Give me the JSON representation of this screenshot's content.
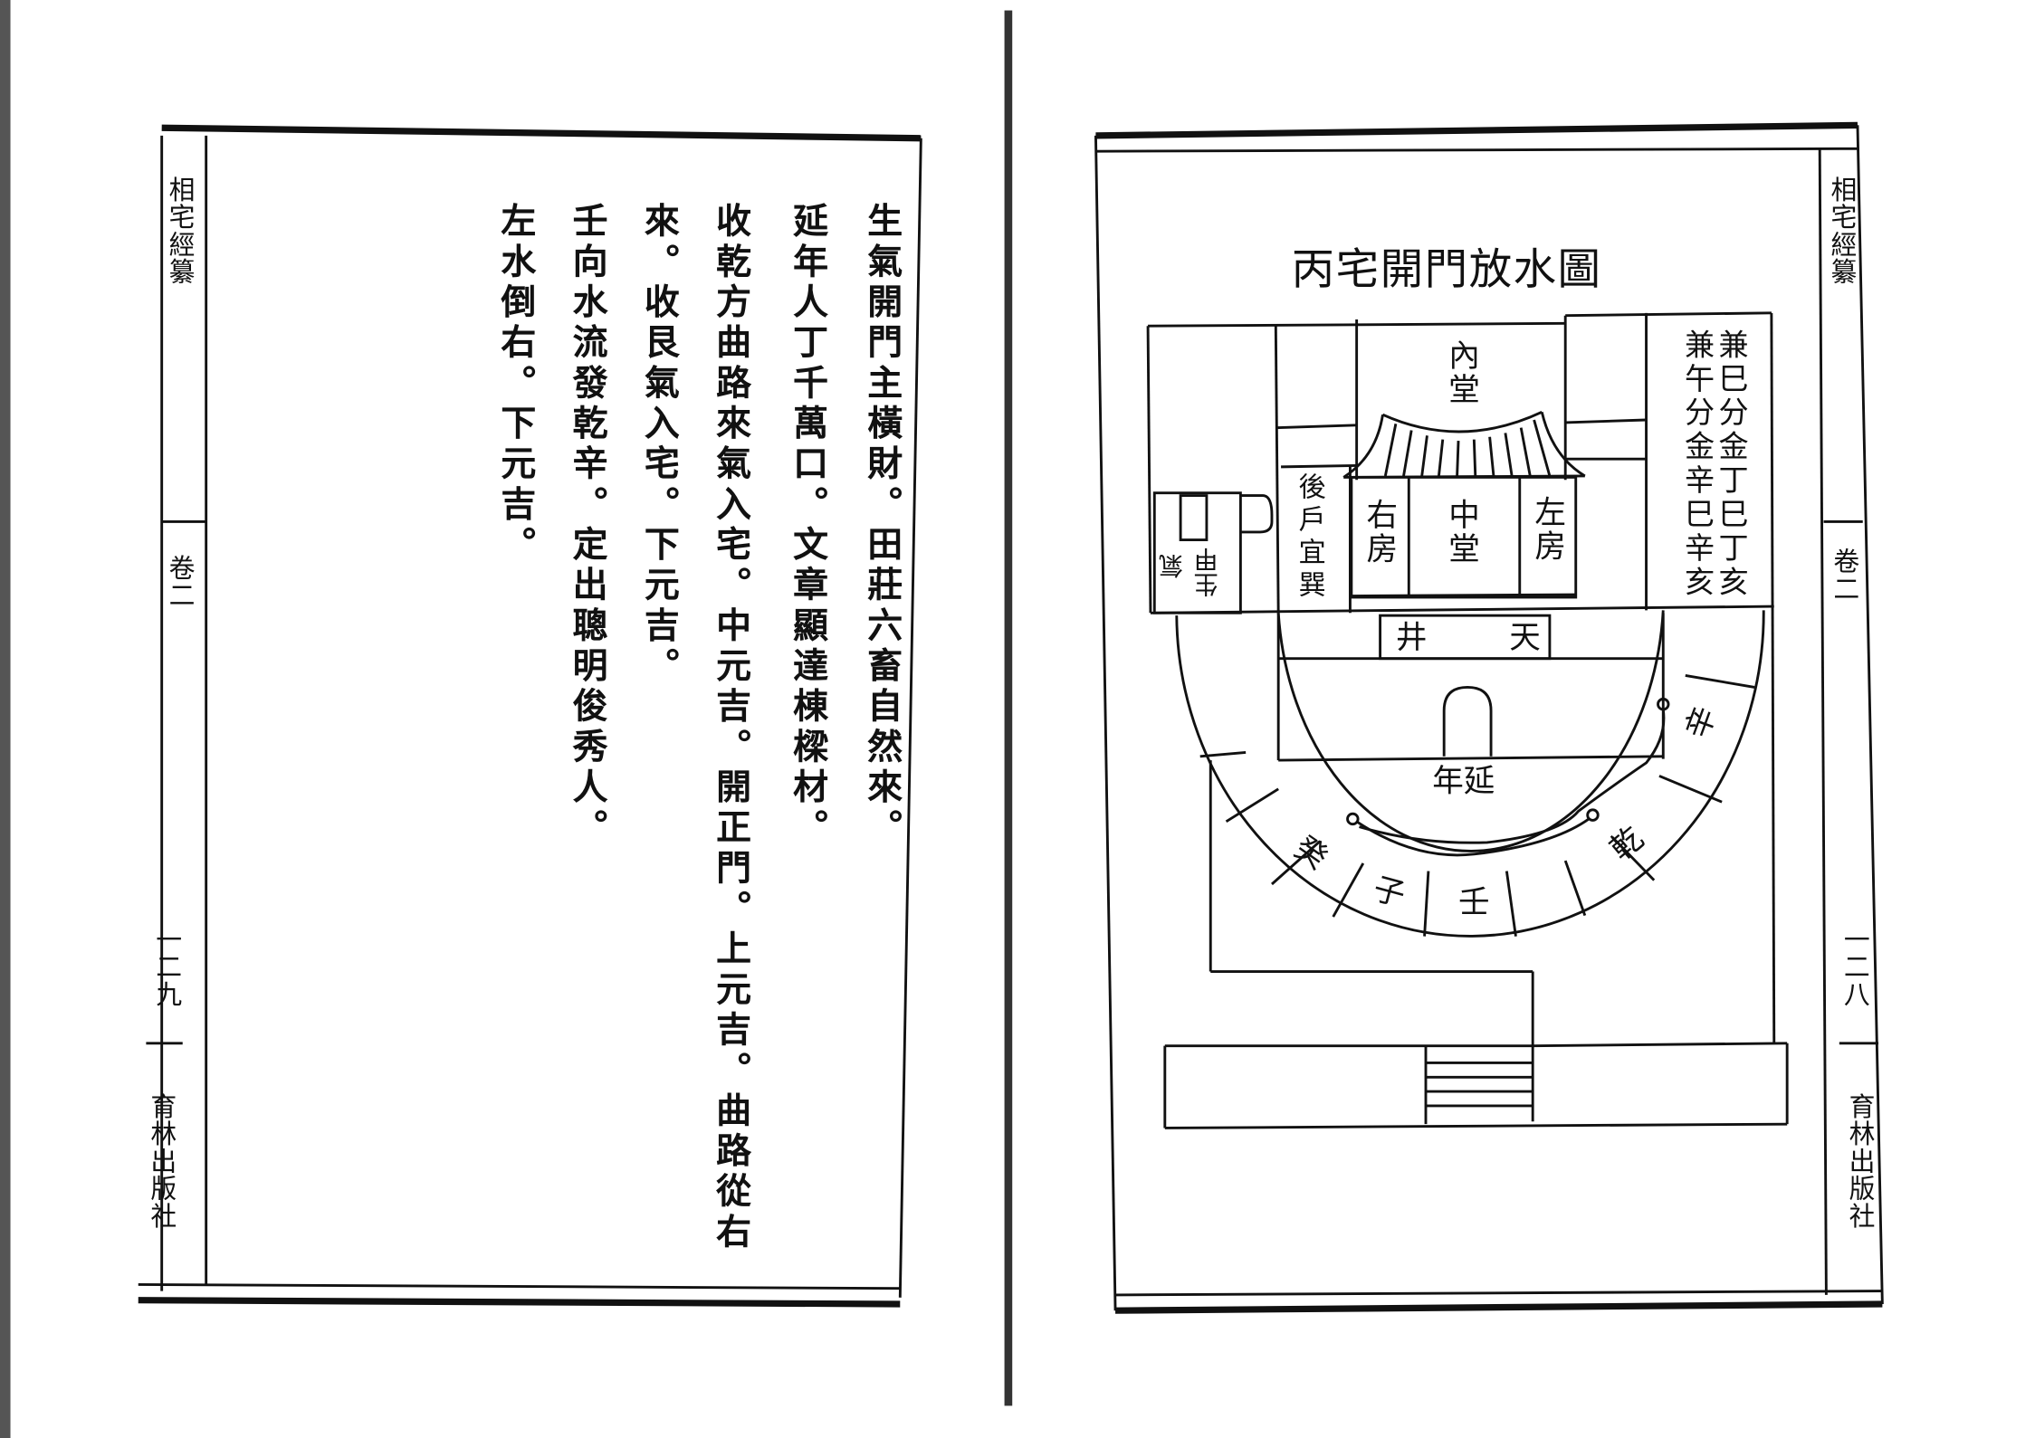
{
  "left_page": {
    "sidebar": {
      "book_title": "相宅經纂",
      "volume": "卷二",
      "page_number": "一二九",
      "publisher": "育林出版社"
    },
    "columns": [
      "生氣開門主橫財。田莊六畜自然來。",
      "延年人丁千萬口。文章顯達棟樑材。",
      "收乾方曲路來氣入宅。中元吉。開正門。上元吉。曲路從右",
      "來。收艮氣入宅。下元吉。",
      "壬向水流發乾辛。定出聰明俊秀人。",
      "左水倒右。下元吉。"
    ]
  },
  "right_page": {
    "sidebar": {
      "book_title": "相宅經纂",
      "volume": "卷二",
      "page_number": "一二八",
      "publisher": "育林出版社"
    },
    "diagram": {
      "title": "丙宅開門放水圖",
      "labels": {
        "inner_hall": "內堂",
        "middle_hall": "中堂",
        "right_room": "右房",
        "left_room": "左房",
        "back_door": "後戶宜巽",
        "sheng_jia": "生甲",
        "qi": "氣",
        "tian": "天",
        "jing": "井",
        "yan_nian": "延年",
        "xin": "辛",
        "qian": "乾",
        "ren": "壬",
        "zi": "子",
        "gui": "癸",
        "note_right": "兼巳分金丁巳丁亥",
        "note_left": "兼午分金辛巳辛亥"
      }
    }
  }
}
